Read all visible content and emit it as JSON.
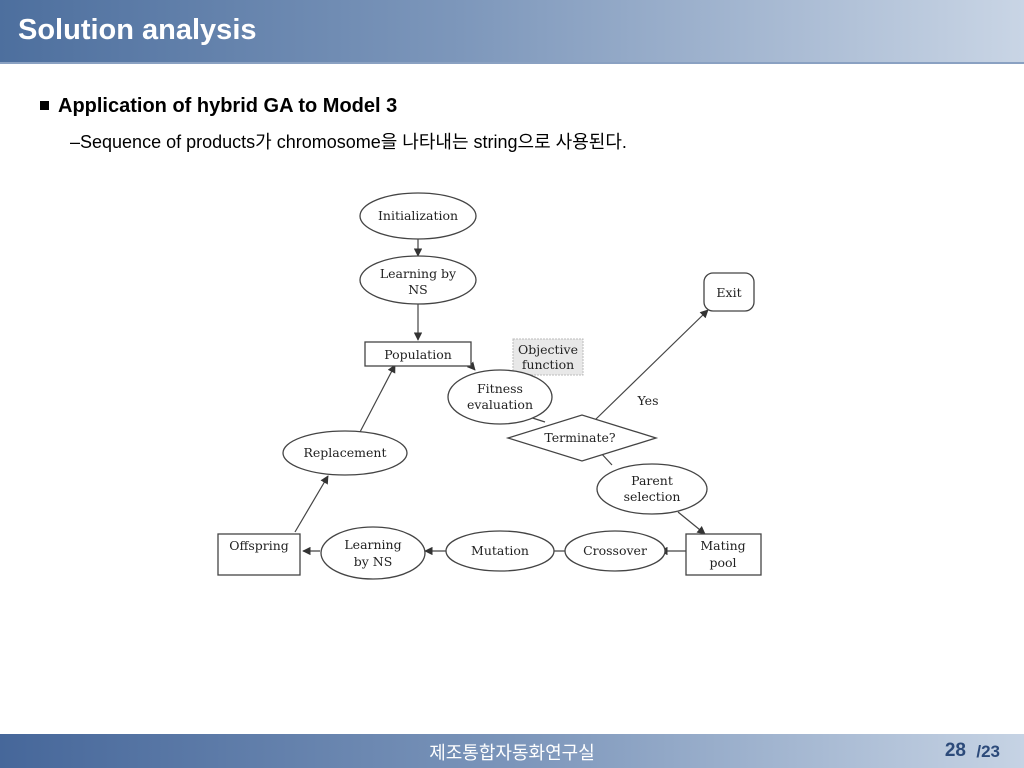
{
  "header": {
    "title": "Solution analysis"
  },
  "content": {
    "bullet": "Application of hybrid GA to Model 3",
    "subbullet": "–Sequence of products가 chromosome을 나타내는 string으로 사용된다."
  },
  "diagram": {
    "nodes": {
      "initialization": "Initialization",
      "learning_ns_top_1": "Learning by",
      "learning_ns_top_2": "NS",
      "population": "Population",
      "objective_1": "Objective",
      "objective_2": "function",
      "fitness_1": "Fitness",
      "fitness_2": "evaluation",
      "terminate": "Terminate?",
      "yes": "Yes",
      "exit": "Exit",
      "parent_1": "Parent",
      "parent_2": "selection",
      "mating_1": "Mating",
      "mating_2": "pool",
      "crossover": "Crossover",
      "mutation": "Mutation",
      "learning_ns_bottom_1": "Learning",
      "learning_ns_bottom_2": "by NS",
      "offspring": "Offspring",
      "replacement": "Replacement"
    }
  },
  "footer": {
    "lab": "제조통합자동화연구실",
    "page": "28",
    "total": "/23"
  }
}
